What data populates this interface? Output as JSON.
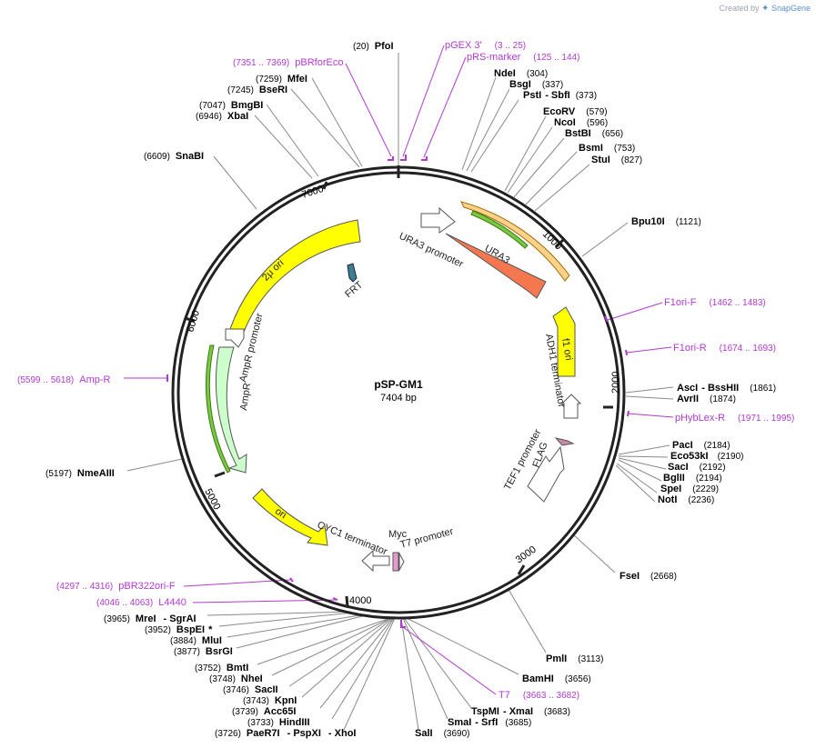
{
  "credit": {
    "prefix": "Created by",
    "brand": "SnapGene",
    "icon": "snapgene-logo-icon"
  },
  "plasmid": {
    "name": "pSP-GM1",
    "length": 7404,
    "length_label": "7404 bp"
  },
  "ticks": [
    "1000",
    "2000",
    "3000",
    "4000",
    "5000",
    "6000",
    "7000"
  ],
  "sites": [
    {
      "name": "PfoI",
      "pos": "(20)"
    },
    {
      "name": "NdeI",
      "pos": "(304)"
    },
    {
      "name": "BsgI",
      "pos": "(337)"
    },
    {
      "name": "PstI",
      "name2": "SbfI",
      "pos": "(373)"
    },
    {
      "name": "EcoRV",
      "pos": "(579)"
    },
    {
      "name": "NcoI",
      "pos": "(596)"
    },
    {
      "name": "BstBI",
      "pos": "(656)"
    },
    {
      "name": "BsmI",
      "pos": "(753)"
    },
    {
      "name": "StuI",
      "pos": "(827)"
    },
    {
      "name": "Bpu10I",
      "pos": "(1121)"
    },
    {
      "name": "AscI",
      "name2": "BssHII",
      "pos": "(1861)"
    },
    {
      "name": "AvrII",
      "pos": "(1874)"
    },
    {
      "name": "PacI",
      "pos": "(2184)"
    },
    {
      "name": "Eco53kI",
      "pos": "(2190)"
    },
    {
      "name": "SacI",
      "pos": "(2192)"
    },
    {
      "name": "BglII",
      "pos": "(2194)"
    },
    {
      "name": "SpeI",
      "pos": "(2229)"
    },
    {
      "name": "NotI",
      "pos": "(2236)"
    },
    {
      "name": "FseI",
      "pos": "(2668)"
    },
    {
      "name": "PmlI",
      "pos": "(3113)"
    },
    {
      "name": "BamHI",
      "pos": "(3656)"
    },
    {
      "name": "TspMI",
      "name2": "XmaI",
      "pos": "(3683)"
    },
    {
      "name": "SmaI",
      "name2": "SrfI",
      "pos": "(3685)"
    },
    {
      "name": "SalI",
      "pos": "(3690)"
    },
    {
      "name": "PaeR7I",
      "name2": "PspXI",
      "name3": "XhoI",
      "pos": "(3726)"
    },
    {
      "name": "HindIII",
      "pos": "(3733)"
    },
    {
      "name": "Acc65I",
      "pos": "(3739)"
    },
    {
      "name": "KpnI",
      "pos": "(3743)"
    },
    {
      "name": "SacII",
      "pos": "(3746)"
    },
    {
      "name": "NheI",
      "pos": "(3748)"
    },
    {
      "name": "BmtI",
      "pos": "(3752)"
    },
    {
      "name": "BsrGI",
      "pos": "(3877)"
    },
    {
      "name": "MluI",
      "pos": "(3884)"
    },
    {
      "name": "BspEI",
      "pos": "(3952)",
      "suffix": "*"
    },
    {
      "name": "MreI",
      "name2": "SgrAI",
      "pos": "(3965)"
    },
    {
      "name": "NmeAIII",
      "pos": "(5197)"
    },
    {
      "name": "SnaBI",
      "pos": "(6609)"
    },
    {
      "name": "XbaI",
      "pos": "(6946)"
    },
    {
      "name": "BmgBI",
      "pos": "(7047)"
    },
    {
      "name": "BseRI",
      "pos": "(7245)"
    },
    {
      "name": "MfeI",
      "pos": "(7259)"
    }
  ],
  "primers": [
    {
      "name": "pBRforEco",
      "range": "(7351 .. 7369)"
    },
    {
      "name": "pGEX 3'",
      "range": "(3 .. 25)"
    },
    {
      "name": "pRS-marker",
      "range": "(125 .. 144)"
    },
    {
      "name": "F1ori-F",
      "range": "(1462 .. 1483)"
    },
    {
      "name": "F1ori-R",
      "range": "(1674 .. 1693)"
    },
    {
      "name": "pHybLex-R",
      "range": "(1971 .. 1995)"
    },
    {
      "name": "T7",
      "range": "(3663 .. 3682)"
    },
    {
      "name": "pBR322ori-F",
      "range": "(4297 .. 4316)"
    },
    {
      "name": "L4440",
      "range": "(4046 .. 4063)"
    },
    {
      "name": "Amp-R",
      "range": "(5599 .. 5618)"
    }
  ],
  "features": [
    {
      "name": "URA3 promoter",
      "color": "#ffffff"
    },
    {
      "name": "URA3",
      "color": "#f4774f"
    },
    {
      "name": "f1 ori",
      "color": "#ffff00"
    },
    {
      "name": "ADH1 terminator",
      "color": "#ffffff"
    },
    {
      "name": "TEF1 promoter",
      "color": "#ffffff"
    },
    {
      "name": "FLAG",
      "color": "#c98aa8"
    },
    {
      "name": "T7 promoter",
      "color": "#ffffff"
    },
    {
      "name": "Myc",
      "color": "#e59bd0"
    },
    {
      "name": "CYC1 terminator",
      "color": "#ffffff"
    },
    {
      "name": "ori",
      "color": "#ffff00"
    },
    {
      "name": "AmpR",
      "color": "#ccffcc"
    },
    {
      "name": "AmpR promoter",
      "color": "#ffffff"
    },
    {
      "name": "2μ ori",
      "color": "#ffff00"
    },
    {
      "name": "FRT",
      "color": "#3c7d8e"
    }
  ]
}
